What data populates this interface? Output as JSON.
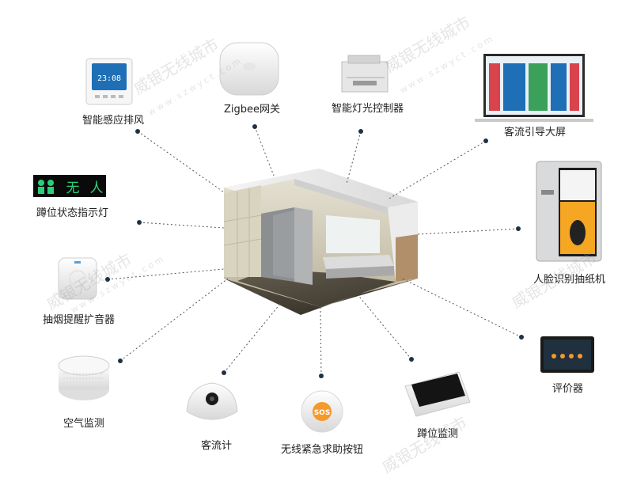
{
  "watermark": {
    "text": "威银无线城市",
    "url": "www.szwyct.com"
  },
  "colors": {
    "line": "#555555",
    "dot": "#1f3244",
    "screen_blue": "#1e6fb5",
    "led_green": "#29d07a",
    "sos_orange": "#f39a2c"
  },
  "center": {
    "name": "restroom-3d-model"
  },
  "devices": [
    {
      "label": "智能感应排风",
      "icon": "thermostat-icon"
    },
    {
      "label": "Zigbee网关",
      "icon": "gateway-icon"
    },
    {
      "label": "智能灯光控制器",
      "icon": "light-controller-icon"
    },
    {
      "label": "客流引导大屏",
      "icon": "guide-screen-icon"
    },
    {
      "label": "蹲位状态指示灯",
      "icon": "stall-indicator-icon",
      "display": {
        "chars": [
          "无",
          "人"
        ]
      }
    },
    {
      "label": "人脸识别抽纸机",
      "icon": "face-tissue-machine-icon"
    },
    {
      "label": "抽烟提醒扩音器",
      "icon": "smoke-speaker-icon"
    },
    {
      "label": "评价器",
      "icon": "rating-device-icon"
    },
    {
      "label": "空气监测",
      "icon": "air-monitor-icon"
    },
    {
      "label": "客流计",
      "icon": "people-counter-icon"
    },
    {
      "label": "无线紧急求助按钮",
      "icon": "sos-button-icon",
      "button_text": "SOS"
    },
    {
      "label": "蹲位监测",
      "icon": "stall-sensor-icon"
    }
  ]
}
